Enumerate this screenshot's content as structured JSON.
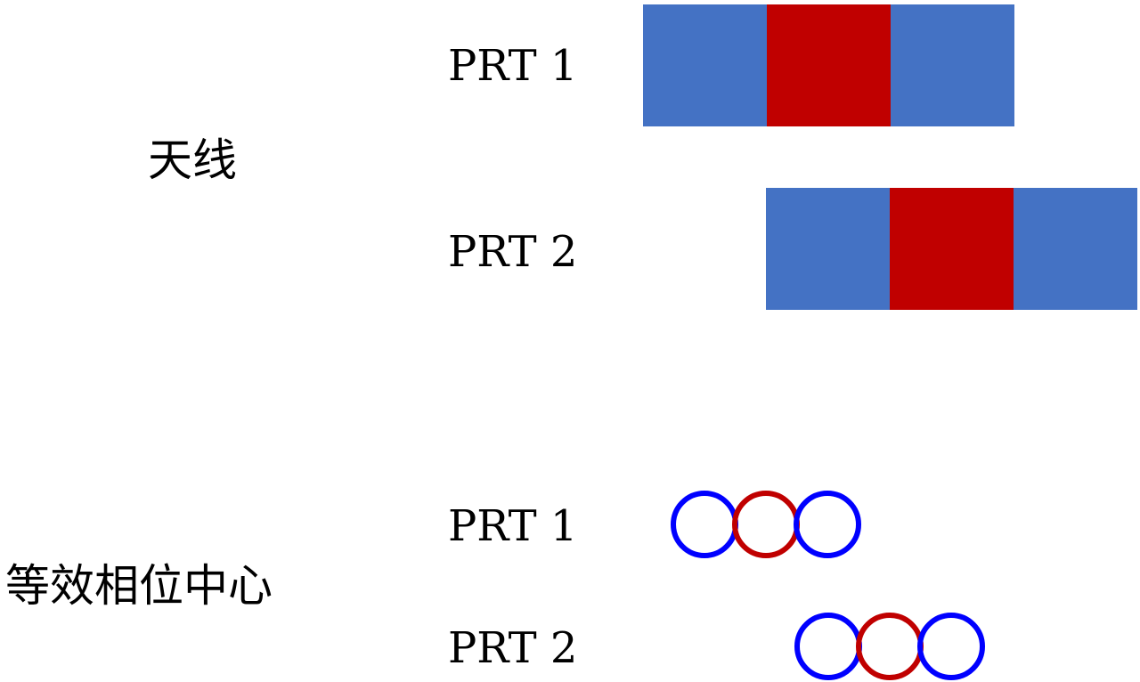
{
  "groups": {
    "antenna": "天线",
    "phase_center": "等效相位中心"
  },
  "rows": {
    "antenna_prt1": "PRT 1",
    "antenna_prt2": "PRT 2",
    "phase_prt1": "PRT 1",
    "phase_prt2": "PRT 2"
  },
  "colors": {
    "outer": "#4472c4",
    "center": "#c00000",
    "ring_outer": "#0000ff",
    "ring_center": "#c00000"
  }
}
